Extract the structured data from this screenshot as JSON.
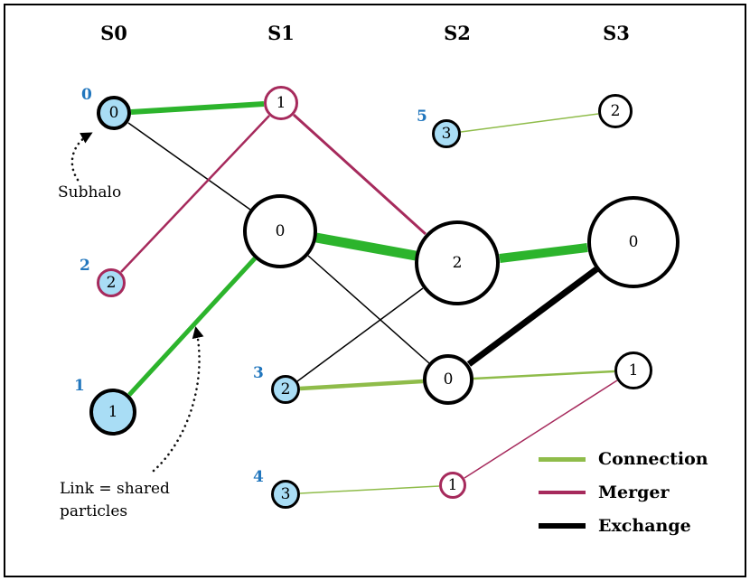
{
  "diagram": {
    "columns": [
      "S0",
      "S1",
      "S2",
      "S3"
    ],
    "colors": {
      "subhalo_fill": "#a9ddf5",
      "connection": "#8fbc4a",
      "connection_strong": "#2cb42c",
      "merger": "#a62a5c",
      "exchange": "#000000",
      "index_label": "#2176bd"
    },
    "annotations": {
      "subhalo": "Subhalo",
      "link_line1": "Link = shared",
      "link_line2": "particles"
    },
    "legend": [
      {
        "label": "Connection",
        "type": "connection"
      },
      {
        "label": "Merger",
        "type": "merger"
      },
      {
        "label": "Exchange",
        "type": "exchange"
      }
    ],
    "nodes": [
      {
        "id": "S0:0",
        "label": "0",
        "index": "0"
      },
      {
        "id": "S0:2",
        "label": "2",
        "index": "2"
      },
      {
        "id": "S0:1",
        "label": "1",
        "index": "1"
      },
      {
        "id": "S1:1",
        "label": "1"
      },
      {
        "id": "S1:0",
        "label": "0"
      },
      {
        "id": "S1:2",
        "label": "2",
        "index": "3"
      },
      {
        "id": "S1:3",
        "label": "3",
        "index": "4"
      },
      {
        "id": "S2:3",
        "label": "3",
        "index": "5"
      },
      {
        "id": "S2:2",
        "label": "2"
      },
      {
        "id": "S2:0",
        "label": "0"
      },
      {
        "id": "S2:1",
        "label": "1"
      },
      {
        "id": "S3:2",
        "label": "2"
      },
      {
        "id": "S3:0",
        "label": "0"
      },
      {
        "id": "S3:1",
        "label": "1"
      }
    ],
    "edges": [
      {
        "from": "S0:0",
        "to": "S1:1",
        "type": "connection",
        "strength": "strong"
      },
      {
        "from": "S0:0",
        "to": "S1:0",
        "type": "exchange",
        "strength": "weak"
      },
      {
        "from": "S0:2",
        "to": "S1:1",
        "type": "merger",
        "strength": "weak"
      },
      {
        "from": "S1:1",
        "to": "S2:2",
        "type": "merger",
        "strength": "medium"
      },
      {
        "from": "S0:1",
        "to": "S1:0",
        "type": "connection",
        "strength": "strong"
      },
      {
        "from": "S1:0",
        "to": "S2:2",
        "type": "connection",
        "strength": "very strong"
      },
      {
        "from": "S1:0",
        "to": "S2:0",
        "type": "exchange",
        "strength": "weak"
      },
      {
        "from": "S1:2",
        "to": "S2:2",
        "type": "exchange",
        "strength": "weak"
      },
      {
        "from": "S1:2",
        "to": "S2:0",
        "type": "connection",
        "strength": "medium"
      },
      {
        "from": "S2:2",
        "to": "S3:0",
        "type": "connection",
        "strength": "very strong"
      },
      {
        "from": "S2:0",
        "to": "S3:0",
        "type": "exchange",
        "strength": "strong"
      },
      {
        "from": "S2:0",
        "to": "S3:1",
        "type": "connection",
        "strength": "weak"
      },
      {
        "from": "S2:1",
        "to": "S3:1",
        "type": "merger",
        "strength": "weak"
      },
      {
        "from": "S1:3",
        "to": "S2:1",
        "type": "connection",
        "strength": "weak"
      },
      {
        "from": "S2:3",
        "to": "S3:2",
        "type": "connection",
        "strength": "weak"
      }
    ]
  }
}
